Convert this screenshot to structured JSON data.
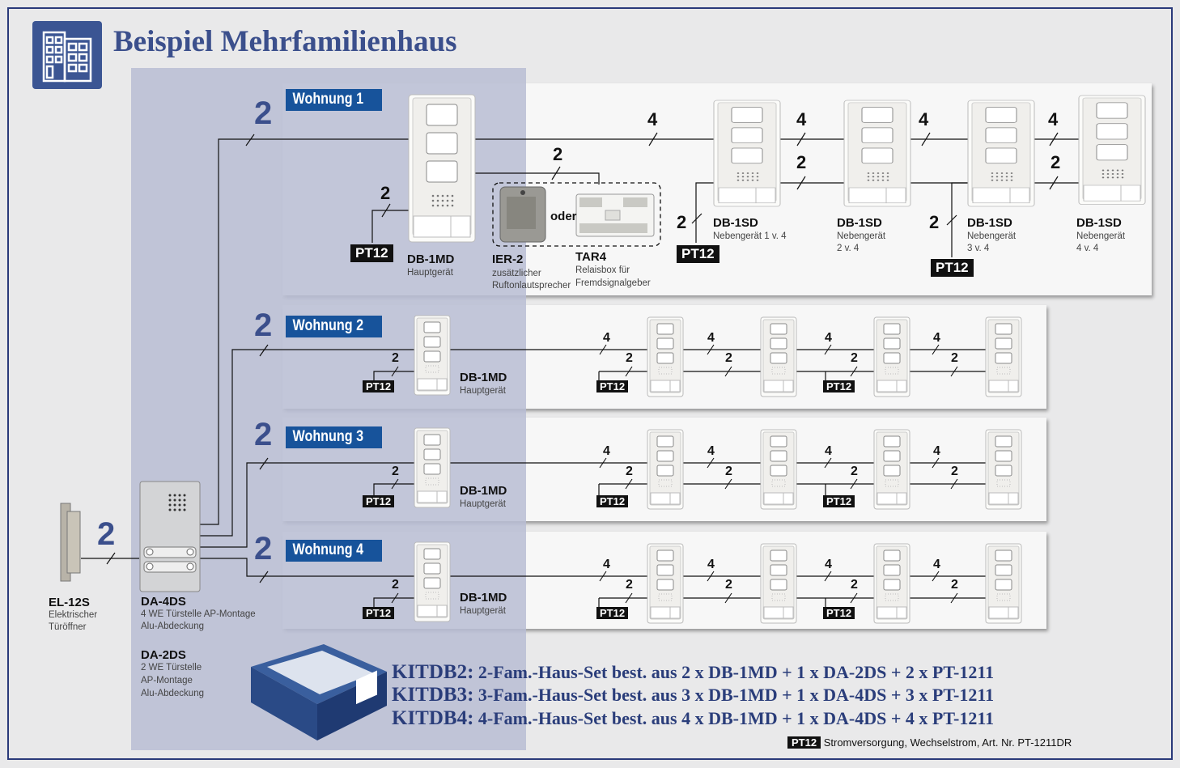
{
  "title": "Beispiel Mehrfamilienhaus",
  "colors": {
    "accent": "#3b4f8c",
    "label_bg": "#17539b",
    "frame": "#2a3a7a"
  },
  "icons": {
    "logo": "building-icon"
  },
  "wohnungen": [
    {
      "label": "Wohnung 1",
      "wire": "2"
    },
    {
      "label": "Wohnung 2",
      "wire": "2"
    },
    {
      "label": "Wohnung 3",
      "wire": "2"
    },
    {
      "label": "Wohnung 4",
      "wire": "2"
    }
  ],
  "w1": {
    "main_device": "DB-1MD",
    "main_desc": "Hauptgerät",
    "ier": "IER-2",
    "ier_desc1": "zusätzlicher",
    "ier_desc2": "Ruftonlautsprecher",
    "oder": "oder",
    "tar": "TAR4",
    "tar_desc1": "Relaisbox für",
    "tar_desc2": "Fremdsignalgeber",
    "sub1": "DB-1SD",
    "sub1_desc": "Nebengerät 1 v. 4",
    "sub2": "DB-1SD",
    "sub2_desc1": "Nebengerät",
    "sub2_desc2": "2 v. 4",
    "sub3": "DB-1SD",
    "sub3_desc1": "Nebengerät",
    "sub3_desc2": "3 v. 4",
    "sub4": "DB-1SD",
    "sub4_desc1": "Nebengerät",
    "sub4_desc2": "4 v. 4",
    "n4": "4",
    "n2": "2",
    "pt": "PT12"
  },
  "small": {
    "device": "DB-1MD",
    "desc": "Hauptgerät",
    "n4": "4",
    "n2": "2",
    "pt": "PT12"
  },
  "door": {
    "el": "EL-12S",
    "el_desc1": "Elektrischer",
    "el_desc2": "Türöffner",
    "el_wire": "2",
    "da4": "DA-4DS",
    "da4_desc1": "4 WE Türstelle AP-Montage",
    "da4_desc2": "Alu-Abdeckung",
    "da2": "DA-2DS",
    "da2_desc1": "2 WE Türstelle",
    "da2_desc2": "AP-Montage",
    "da2_desc3": "Alu-Abdeckung"
  },
  "kits": [
    {
      "name": "KITDB2:",
      "text": "2-Fam.-Haus-Set best. aus 2 x DB-1MD + 1 x DA-2DS + 2 x PT-1211"
    },
    {
      "name": "KITDB3:",
      "text": "3-Fam.-Haus-Set best. aus 3 x DB-1MD + 1 x DA-4DS + 3 x PT-1211"
    },
    {
      "name": "KITDB4:",
      "text": "4-Fam.-Haus-Set best. aus 4 x DB-1MD + 1 x DA-4DS + 4 x PT-1211"
    }
  ],
  "footnote": {
    "pt": "PT12",
    "text": "Stromversorgung, Wechselstrom, Art. Nr. PT-1211DR"
  }
}
